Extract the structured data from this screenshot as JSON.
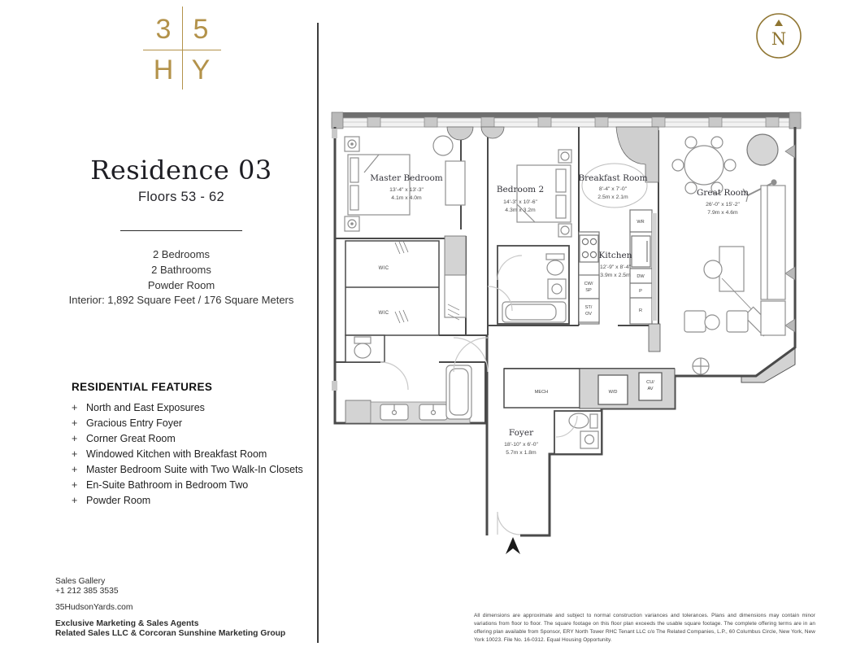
{
  "colors": {
    "gold_logo": "#b3924a",
    "gold_compass": "#8f7531",
    "wall": "#4a4a4a",
    "shade": "#d3d3d3"
  },
  "brand": {
    "top_left": "3",
    "top_right": "5",
    "bottom_left": "H",
    "bottom_right": "Y"
  },
  "header": {
    "title": "Residence 03",
    "floors": "Floors 53 - 62"
  },
  "summary": {
    "lines": [
      "2 Bedrooms",
      "2 Bathrooms",
      "Powder Room",
      "Interior: 1,892 Square Feet / 176 Square Meters"
    ]
  },
  "features": {
    "title": "RESIDENTIAL FEATURES",
    "bullet": "+",
    "items": [
      "North and East Exposures",
      "Gracious Entry Foyer",
      "Corner Great Room",
      "Windowed Kitchen with Breakfast Room",
      "Master Bedroom Suite with Two Walk-In Closets",
      "En-Suite Bathroom in Bedroom Two",
      "Powder Room"
    ]
  },
  "contact": {
    "gallery": "Sales Gallery",
    "phone": "+1 212 385 3535",
    "website": "35HudsonYards.com",
    "agents_title": "Exclusive Marketing & Sales Agents",
    "agents_names": "Related Sales LLC & Corcoran Sunshine Marketing Group"
  },
  "compass": {
    "label": "N"
  },
  "floorplan": {
    "rooms": [
      {
        "name": "Master Bedroom",
        "dim_ft": "13'-4\" x 13'-3\"",
        "dim_m": "4.1m x 4.0m"
      },
      {
        "name": "Bedroom 2",
        "dim_ft": "14'-3\" x 10'-6\"",
        "dim_m": "4.3m x 3.2m"
      },
      {
        "name": "Breakfast Room",
        "dim_ft": "8'-4\" x 7'-0\"",
        "dim_m": "2.5m x 2.1m"
      },
      {
        "name": "Kitchen",
        "dim_ft": "12'-9\" x 8'-4\"",
        "dim_m": "3.9m x 2.5m"
      },
      {
        "name": "Great Room",
        "dim_ft": "26'-0\" x 15'-2\"",
        "dim_m": "7.9m x 4.6m"
      },
      {
        "name": "Foyer",
        "dim_ft": "18'-10\" x 6'-0\"",
        "dim_m": "5.7m x 1.8m"
      }
    ],
    "labels": {
      "wic": "WIC",
      "wr": "WR",
      "dw": "DW",
      "p": "P",
      "r": "R",
      "cw1": "CW/",
      "cw2": "SP",
      "st1": "ST/",
      "st2": "OV",
      "mech": "MECH",
      "wd": "W/D",
      "cu1": "CU/",
      "cu2": "AV"
    }
  },
  "disclaimer": "All dimensions are approximate and subject to normal construction variances and tolerances. Plans and dimensions may contain minor variations from floor to floor. The square footage on this floor plan exceeds the usable square footage. The complete offering terms are in an offering plan available from Sponsor, ERY North Tower RHC Tenant LLC c/o The Related Companies, L.P., 60 Columbus Circle, New York, New York 10023. File No. 16-0312. Equal Housing Opportunity."
}
